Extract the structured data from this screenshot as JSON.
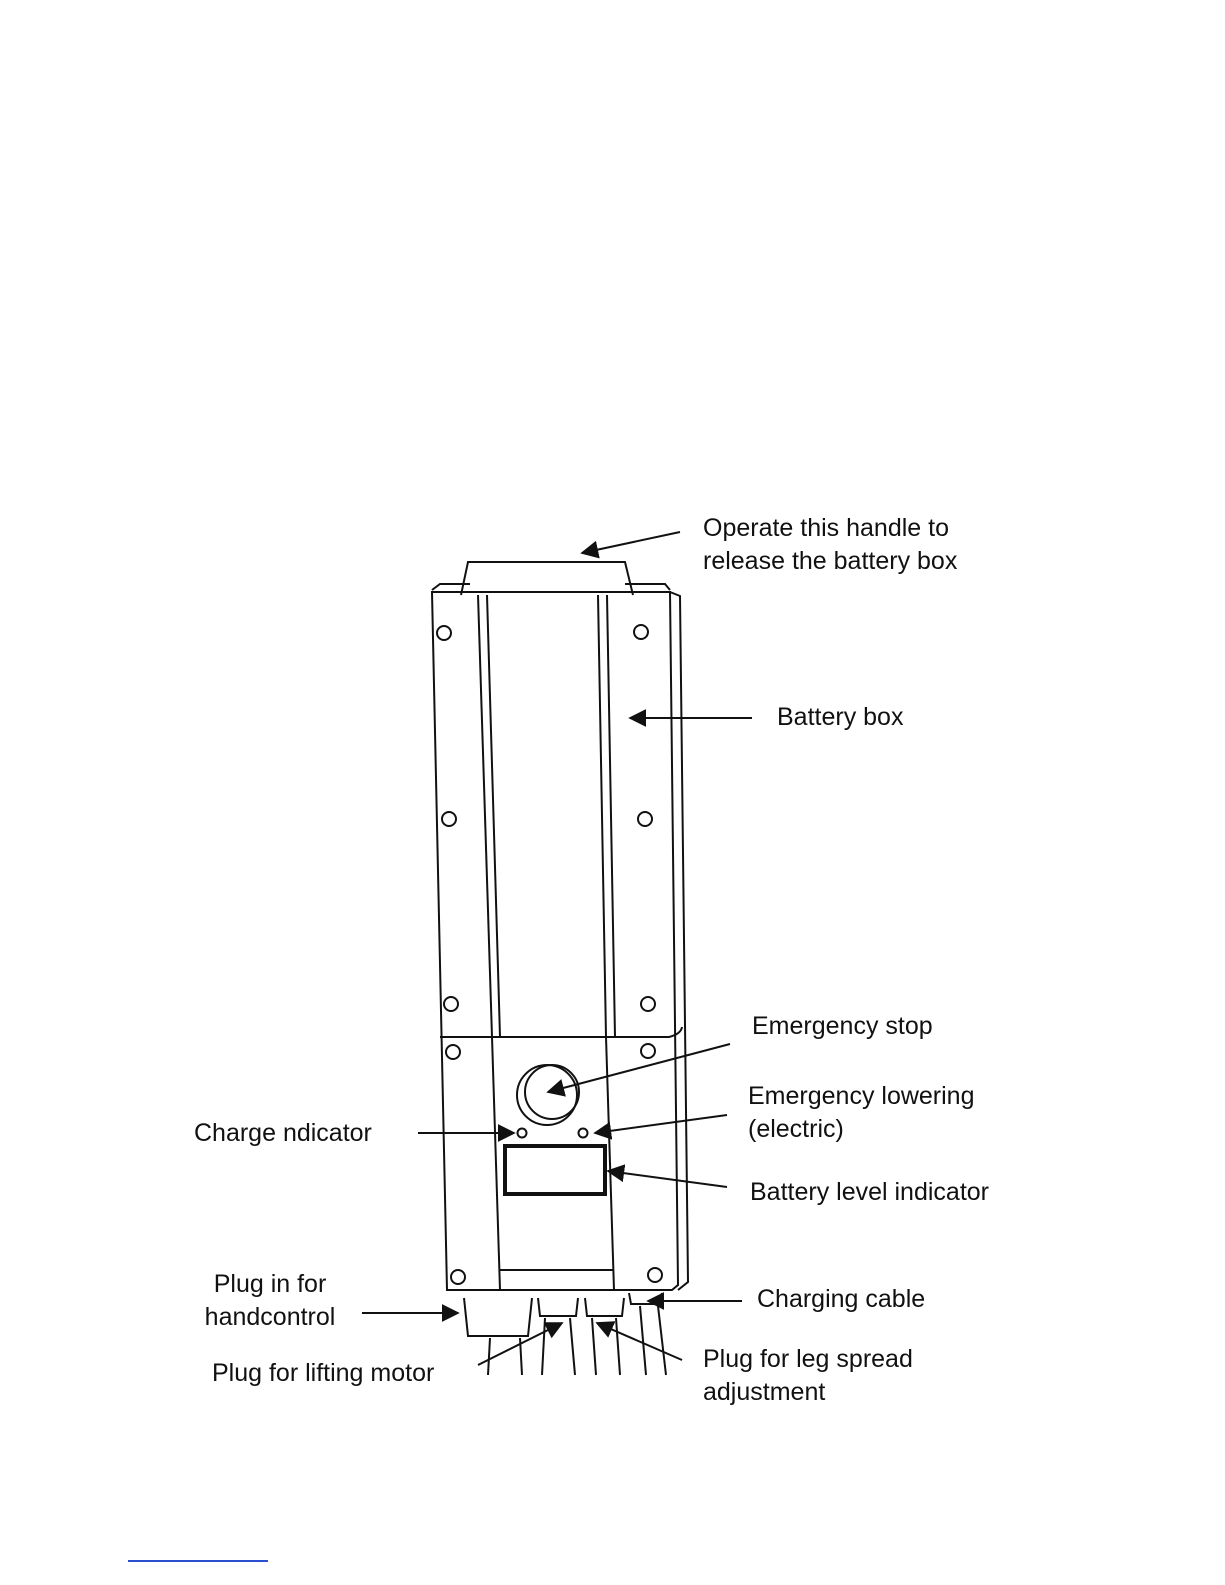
{
  "diagram": {
    "labels": {
      "handle_line1": "Operate this handle to",
      "handle_line2": "release the battery box",
      "battery_box": "Battery box",
      "emergency_stop": "Emergency stop",
      "emergency_lowering_line1": "Emergency lowering",
      "emergency_lowering_line2": "(electric)",
      "charge_indicator": "Charge  ndicator",
      "battery_level_indicator": "Battery level indicator",
      "plug_handcontrol_line1": "Plug in for",
      "plug_handcontrol_line2": "handcontrol",
      "charging_cable": "Charging  cable",
      "plug_lifting_motor": "Plug for lifting motor",
      "plug_leg_spread_line1": "Plug for leg spread",
      "plug_leg_spread_line2": "adjustment"
    }
  },
  "colors": {
    "line": "#111111",
    "footer_rule": "#2b4fd1"
  }
}
